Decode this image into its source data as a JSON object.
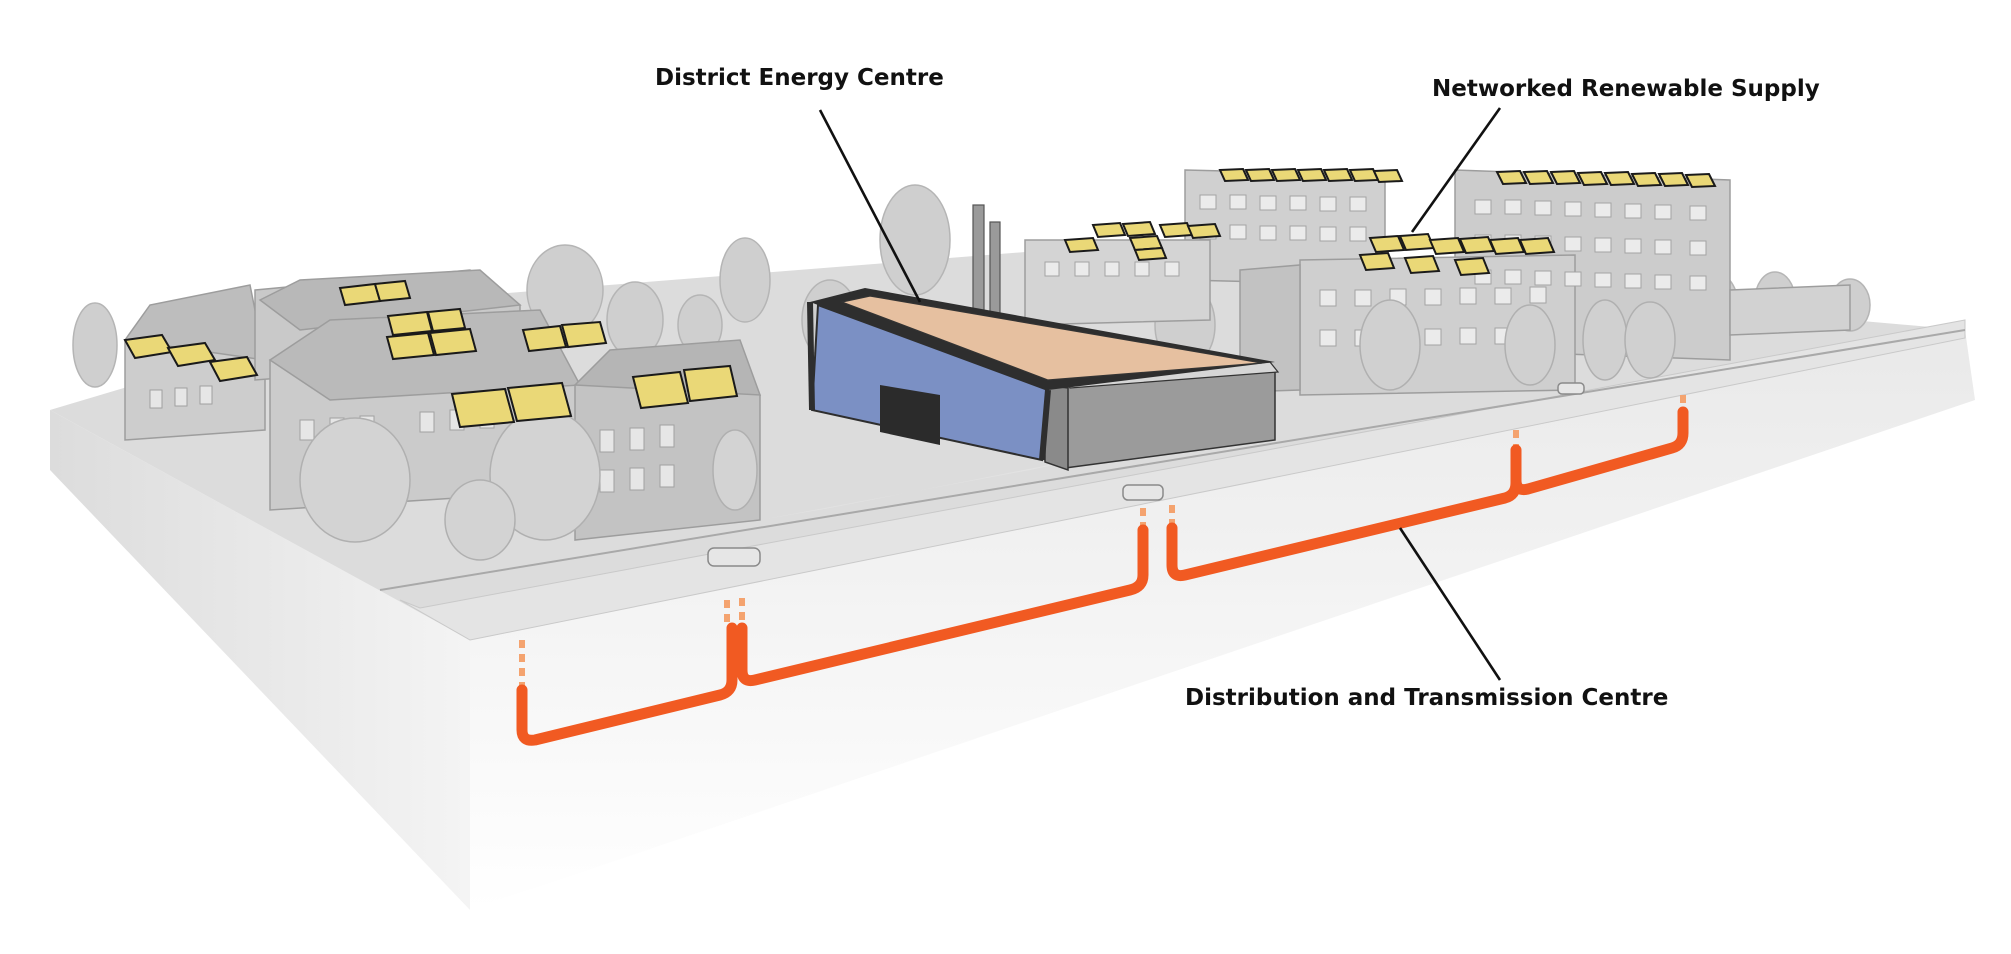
{
  "labels": {
    "district_energy_centre": "District Energy Centre",
    "networked_renewable_supply": "Networked Renewable Supply",
    "distribution_transmission_centre": "Distribution and Transmission Centre"
  },
  "colors": {
    "pipe": "#f15a22",
    "pipe_dash": "#f4a36f",
    "solar_panel": "#ead877",
    "roof_energy_centre": "#e6c0a0",
    "glass": "#7b90c4",
    "ground_top": "#d9d9d9",
    "buildings": "#bdbdbd",
    "trees": "#c8c8c8",
    "frame": "#2e2e2e"
  }
}
